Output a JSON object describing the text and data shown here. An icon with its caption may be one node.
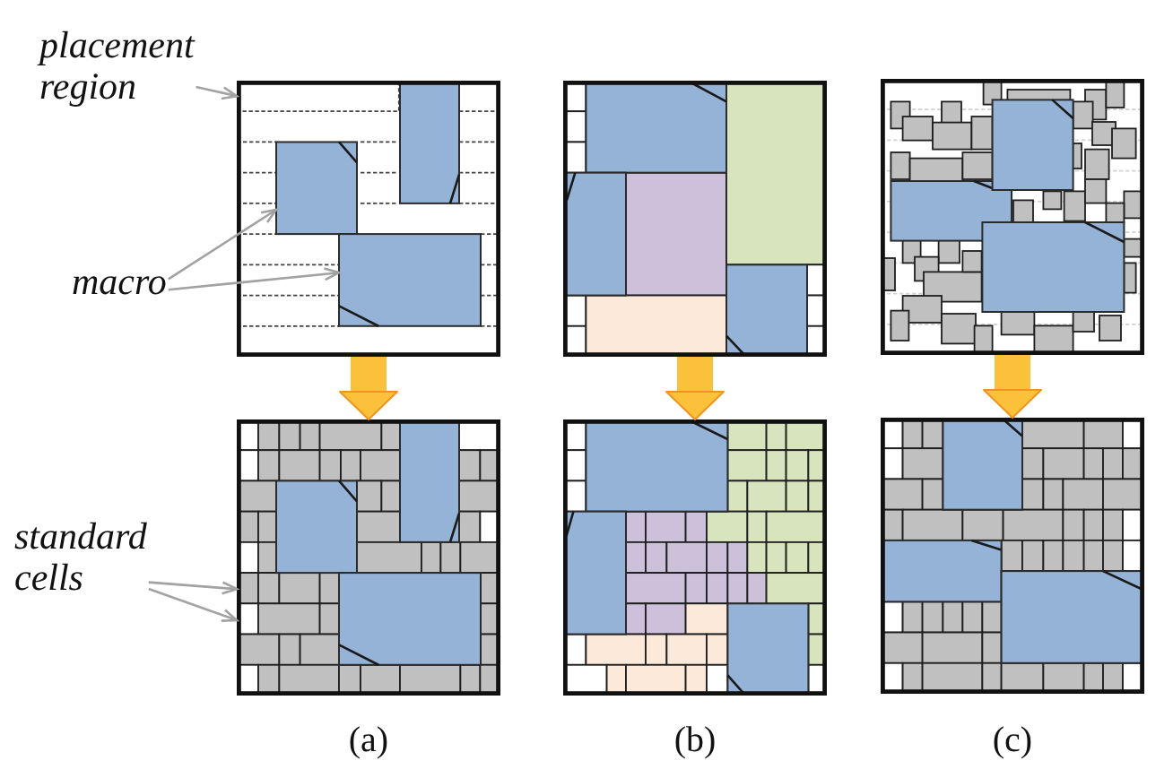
{
  "diagram": {
    "nodes": [
      {
        "text": [
          "placement region"
        ]
      },
      {
        "text": [
          "macro"
        ]
      },
      {
        "text": [
          "standard cells"
        ]
      },
      {
        "text": [],
        "shape": "box"
      },
      {
        "text": [],
        "shape": "box",
        "in": 3
      },
      {
        "text": [],
        "shape": "box",
        "in": 3
      },
      {
        "text": [],
        "shape": "box",
        "in": 3
      },
      {
        "text": [],
        "shape": "box",
        "in": 3
      },
      {
        "text": [],
        "shape": "box"
      },
      {
        "text": [],
        "shape": "box"
      },
      {
        "text": [],
        "shape": "box"
      },
      {
        "text": [],
        "shape": "box"
      },
      {
        "text": [],
        "shape": "box"
      }
    ],
    "edges": [
      {
        "from": 0,
        "to": 4,
        "arrow": "to"
      },
      {
        "from": 1,
        "to": 6,
        "arrow": "to"
      },
      {
        "from": 1,
        "to": 7,
        "arrow": "to"
      },
      {
        "from": 2,
        "to": 10,
        "arrow": "to"
      },
      {
        "from": 2,
        "to": 10,
        "arrow": "to"
      },
      {
        "from": 3,
        "to": 10,
        "arrow": "to",
        "style": "thick",
        "color": "#fbc13a"
      },
      {
        "from": 8,
        "to": 11,
        "arrow": "to",
        "style": "thick",
        "color": "#fbc13a"
      },
      {
        "from": 9,
        "to": 12,
        "arrow": "to",
        "style": "thick",
        "color": "#fbc13a"
      }
    ],
    "labels": [
      "(a)",
      "(b)",
      "(c)"
    ]
  }
}
